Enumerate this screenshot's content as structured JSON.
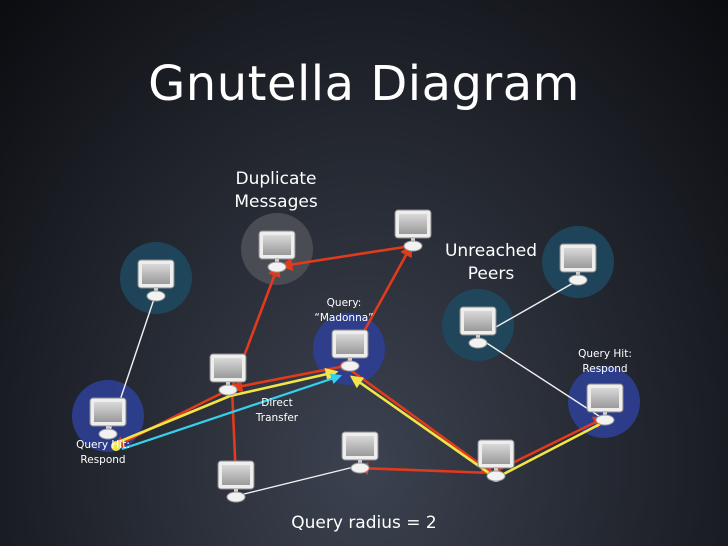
{
  "title": "Gnutella Diagram",
  "labels": {
    "duplicate_l1": "Duplicate",
    "duplicate_l2": "Messages",
    "unreached_l1": "Unreached",
    "unreached_l2": "Peers",
    "query_l1": "Query:",
    "query_l2": "“Madonna”",
    "hit_right_l1": "Query Hit:",
    "hit_right_l2": "Respond",
    "hit_left_l1": "Query Hit:",
    "hit_left_l2": "Respond",
    "direct_l1": "Direct",
    "direct_l2": "Transfer",
    "radius": "Query radius = 2"
  },
  "colors": {
    "query_arrow": "#e23a1c",
    "hit_arrow": "#f1e646",
    "transfer_arrow": "#35d1ec",
    "link": "#f2f2f2",
    "highlight_dark": "#1f4a62",
    "highlight_blue": "#2d3f93",
    "highlight_grey": "#4e5058"
  }
}
